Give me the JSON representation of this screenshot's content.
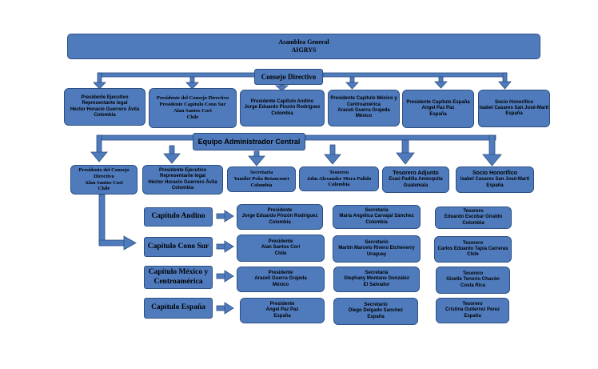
{
  "colors": {
    "box_fill": "#4f7bbd",
    "box_border": "#2d4f82",
    "arrow": "#4f7bbd",
    "text": "#000000"
  },
  "assembly": {
    "line1": "Asamblea General",
    "line2": "AIGRYS"
  },
  "council": {
    "title": "Consejo Directivo",
    "members": [
      {
        "lines": [
          "Presidente Ejecutivo",
          "Representante legal",
          "Héctor Horacio Guerrero Ávila",
          "Colombia"
        ]
      },
      {
        "lines": [
          "Presidente del Consejo Directivo",
          "Presidente Capítulo Cono Sur",
          "Alan Santos Cori",
          "Chile"
        ]
      },
      {
        "lines": [
          "Presidente Capítulo Andino",
          "Jorge Eduardo Pinzón Rodríguez",
          "Colombia"
        ]
      },
      {
        "lines": [
          "Presidente Capítulo México y",
          "Centroamérica",
          "Araceli Guerra Grajeda",
          "México"
        ]
      },
      {
        "lines": [
          "Presidente Capítulo España",
          "Angel Paz Paz",
          "España"
        ]
      },
      {
        "lines": [
          "Socio Honorífico",
          "Isabel Casares  San José-Martí",
          "España"
        ]
      }
    ]
  },
  "admin": {
    "title": "Equipo Administrador Central",
    "members": [
      {
        "lines": [
          "Presidente del Consejo",
          "Directivo",
          "Alan Santos Cori",
          "Chile"
        ]
      },
      {
        "lines": [
          "Presidente Ejecutivo",
          "Representante legal",
          "Héctor Horacio Guerrero Ávila",
          "Colombia"
        ]
      },
      {
        "lines": [
          "Secretaria",
          "Yamilet Peña Betancourt",
          "Colombia"
        ]
      },
      {
        "lines": [
          "Tesorero",
          "John Alexander Mora Pulido",
          "Colombia"
        ]
      },
      {
        "lines": [
          "Tesorero Adjunto",
          "Esaú Padilla Amézquita",
          "Guatemala"
        ]
      },
      {
        "lines": [
          "Socio Honorífico",
          "Isabel Casares  San José-Martí",
          "España"
        ]
      }
    ]
  },
  "chapters": [
    {
      "name": [
        "Capítulo Andino"
      ],
      "president": [
        "Presidente",
        "Jorge Eduardo Pinzón Rodríguez",
        "Colombia"
      ],
      "secretary": [
        "Secretaria",
        "María Angélica Carvajal Sánchez",
        "Colombia"
      ],
      "treasurer": [
        "Tesorero",
        "Eduardo Escobar Giraldo",
        "Colombia"
      ]
    },
    {
      "name": [
        "Capítulo Cono Sur"
      ],
      "president": [
        "Presidente",
        "Alan Santos Cori",
        "Chile"
      ],
      "secretary": [
        "Secretario",
        "Martín Marcelo Rivero Etcheverry",
        "Uruguay"
      ],
      "treasurer": [
        "Tesorero",
        "Carlos Eduardo  Tapia Carreras",
        "Chile"
      ]
    },
    {
      "name": [
        "Capítulo México y",
        "Centroamérica"
      ],
      "president": [
        "Presidente",
        "Araceli Guerra Grajeda",
        "México"
      ],
      "secretary": [
        "Secretaria",
        "Stephany Montano González",
        "El Salvador"
      ],
      "treasurer": [
        "Tesorero",
        "Giselle Tenorio Chacón",
        "Costa Rica"
      ]
    },
    {
      "name": [
        "Capítulo España"
      ],
      "president": [
        "Presidente",
        "Angel Paz Paz",
        "España"
      ],
      "secretary": [
        "Secretario",
        "Diego Delgado Sanchez",
        "España"
      ],
      "treasurer": [
        "Tesorero",
        "Cristina Gutierrez Perez",
        "España"
      ]
    }
  ]
}
